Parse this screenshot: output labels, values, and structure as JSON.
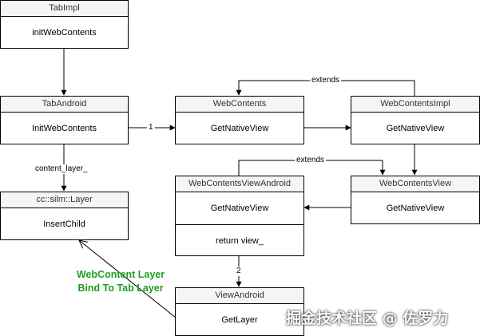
{
  "boxes": {
    "tabimpl": {
      "title": "TabImpl",
      "rows": [
        "initWebContents"
      ]
    },
    "tabandroid": {
      "title": "TabAndroid",
      "rows": [
        "InitWebContents"
      ]
    },
    "layer": {
      "title": "cc::silm::Layer",
      "rows": [
        "InsertChild"
      ]
    },
    "webcontents": {
      "title": "WebContents",
      "rows": [
        "GetNativeView"
      ]
    },
    "webcontentsimpl": {
      "title": "WebContentsImpl",
      "rows": [
        "GetNativeView"
      ]
    },
    "webcontentsview": {
      "title": "WebContentsView",
      "rows": [
        "GetNativeView"
      ]
    },
    "wcviewandroid": {
      "title": "WebContentsViewAndroid",
      "rows": [
        "GetNativeView",
        "return view_"
      ]
    },
    "viewandroid": {
      "title": "ViewAndroid",
      "rows": [
        "GetLayer"
      ]
    }
  },
  "edge_labels": {
    "extends_top": "extends",
    "extends_mid": "extends",
    "call_1": "1",
    "call_2": "2",
    "content_layer": "content_layer_"
  },
  "note": {
    "line1": "WebContent Layer",
    "line2": "Bind To Tab Layer",
    "color": "#1f9e1f"
  },
  "watermark": "掘金技术社区 @ 佐罗力"
}
